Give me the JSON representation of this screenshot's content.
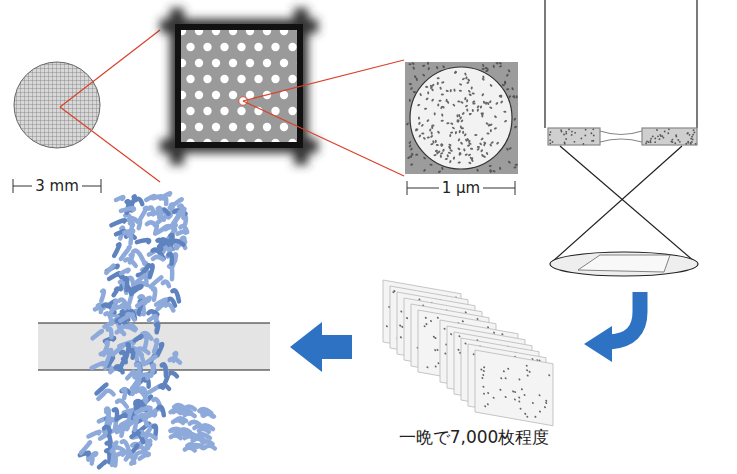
{
  "diagram": {
    "labels": [
      "3 mm",
      "1 μm",
      "一晩で7,000枚程度"
    ]
  }
}
